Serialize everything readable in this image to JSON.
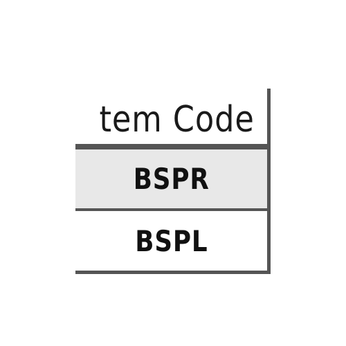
{
  "table": {
    "header": {
      "label": "tem Code"
    },
    "rows": [
      {
        "value": "BSPR",
        "highlighted": true
      },
      {
        "value": "BSPL",
        "highlighted": false
      }
    ]
  },
  "colors": {
    "border": "#555555",
    "highlight_row": "#e8e8e8",
    "text": "#111111",
    "background": "#ffffff"
  }
}
